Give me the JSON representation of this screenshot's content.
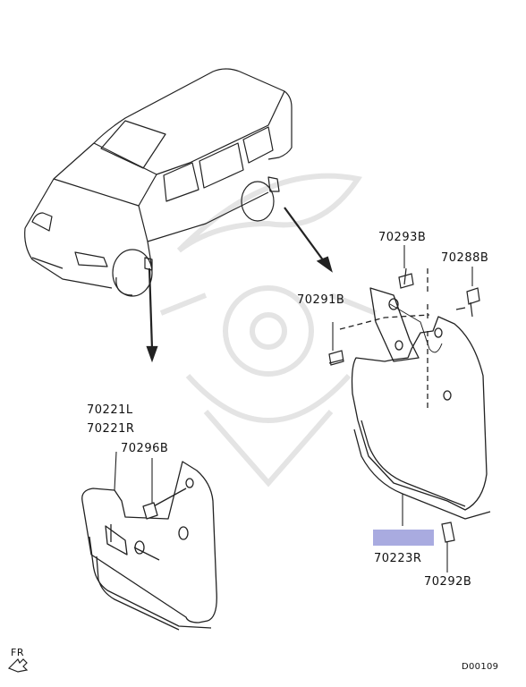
{
  "labels": {
    "p1": "70293B",
    "p2": "70288B",
    "p3": "70291B",
    "p4": "70221L",
    "p5": "70221R",
    "p6": "70296B",
    "p7": "70223R",
    "p8": "70292B"
  },
  "footer": {
    "direction": "FR",
    "diagram_code": "D00109"
  },
  "colors": {
    "line": "#222222",
    "highlight": "#a9abe0",
    "watermark": "#e6e6e6"
  }
}
